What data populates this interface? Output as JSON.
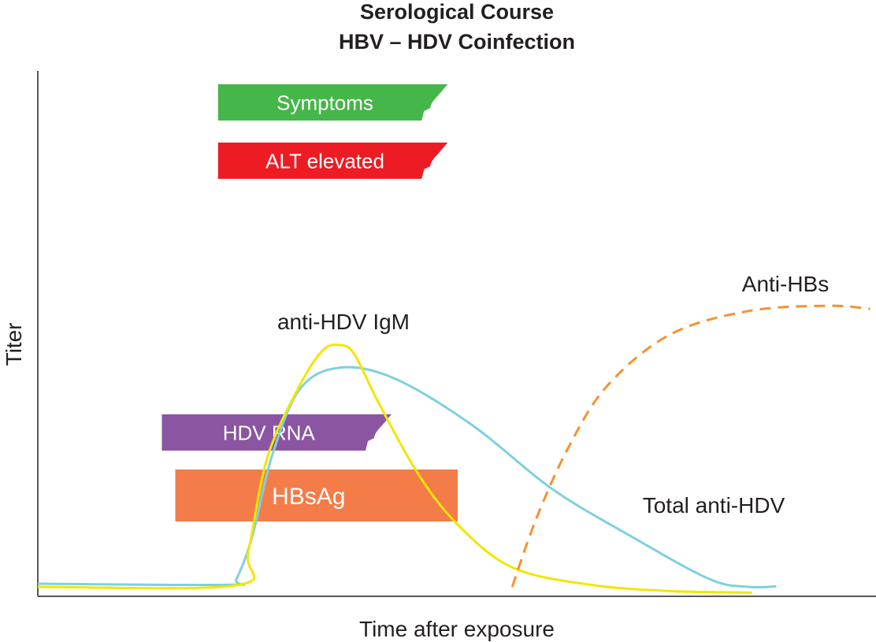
{
  "chart_data": {
    "type": "line",
    "title": [
      "Serological Course",
      "HBV – HDV Coinfection"
    ],
    "xlabel": "Time after exposure",
    "ylabel": "Titer",
    "xlim": [
      0,
      100
    ],
    "ylim": [
      0,
      100
    ],
    "grid": false,
    "series": [
      {
        "name": "Total anti-HDV",
        "color": "#7fd0df",
        "style": "solid",
        "x": [
          0,
          22.7,
          23.7,
          25.6,
          27.9,
          31.2,
          35.9,
          42.5,
          51.9,
          61.3,
          70.7,
          80.1,
          84.8,
          88.1
        ],
        "y": [
          2.4,
          2.2,
          3.3,
          11.5,
          26.5,
          39.3,
          43.5,
          41.5,
          32.5,
          20.5,
          11.5,
          3.3,
          1.8,
          1.9
        ]
      },
      {
        "name": "anti-HDV IgM",
        "color": "#f2e600",
        "style": "solid",
        "x": [
          0,
          23.7,
          25.1,
          27.4,
          31.2,
          34,
          36.1,
          37.8,
          40.6,
          45.3,
          50,
          56.6,
          65.9,
          75.4,
          85.2
        ],
        "y": [
          1.8,
          2.1,
          8.5,
          26.5,
          40,
          46.8,
          47.8,
          46,
          37,
          23.5,
          13.8,
          5.5,
          2.2,
          1.0,
          0.7
        ]
      },
      {
        "name": "Anti-HBs",
        "color": "#f5912f",
        "style": "dashed",
        "x": [
          56.6,
          59.4,
          63.2,
          67.9,
          75.4,
          84.8,
          94.2,
          99.3
        ],
        "y": [
          1.8,
          14.5,
          28,
          40,
          49.8,
          54.3,
          55.3,
          54.7
        ]
      }
    ],
    "bars": [
      {
        "name": "Symptoms",
        "color": "#45b649",
        "start": 21.5,
        "end": 48.9,
        "torn_end": true
      },
      {
        "name": "ALT elevated",
        "color": "#ed1c24",
        "start": 21.5,
        "end": 48.9,
        "torn_end": true
      },
      {
        "name": "HDV RNA",
        "color": "#8b55a2",
        "start": 14.8,
        "end": 42.2,
        "torn_end": true
      },
      {
        "name": "HBsAg",
        "color": "#f47c48",
        "start": 16.4,
        "end": 50.1,
        "torn_end": false
      }
    ]
  }
}
